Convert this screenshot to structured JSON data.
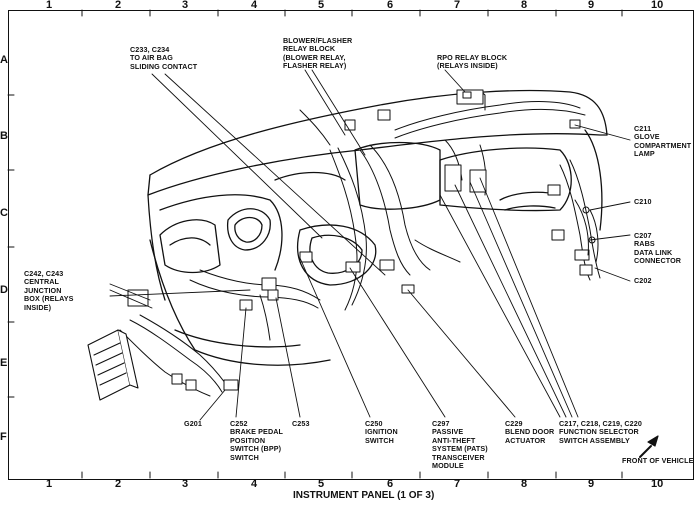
{
  "grid": {
    "columns": [
      "1",
      "2",
      "3",
      "4",
      "5",
      "6",
      "7",
      "8",
      "9",
      "10"
    ],
    "rows": [
      "A",
      "B",
      "C",
      "D",
      "E",
      "F"
    ]
  },
  "labels": {
    "c233": "C233, C234\nTO AIR BAG\nSLIDING CONTACT",
    "blower": "BLOWER/FLASHER\nRELAY BLOCK\n(BLOWER RELAY,\nFLASHER RELAY)",
    "rpo": "RPO RELAY BLOCK\n(RELAYS INSIDE)",
    "c211": "C211\nGLOVE\nCOMPARTMENT\nLAMP",
    "c210": "C210",
    "c207": "C207\nRABS\nDATA LINK\nCONNECTOR",
    "c202": "C202",
    "c242": "C242, C243\nCENTRAL\nJUNCTION\nBOX (RELAYS\nINSIDE)",
    "g201": "G201",
    "c252": "C252\nBRAKE PEDAL\nPOSITION\nSWITCH (BPP)\nSWITCH",
    "c253": "C253",
    "c250": "C250\nIGNITION\nSWITCH",
    "c297": "C297\nPASSIVE\nANTI-THEFT\nSYSTEM (PATS)\nTRANSCEIVER\nMODULE",
    "c229": "C229\nBLEND DOOR\nACTUATOR",
    "c217": "C217, C218, C219, C220\nFUNCTION SELECTOR\nSWITCH ASSEMBLY",
    "front": "FRONT OF VEHICLE"
  },
  "caption": "INSTRUMENT PANEL (1 OF 3)"
}
